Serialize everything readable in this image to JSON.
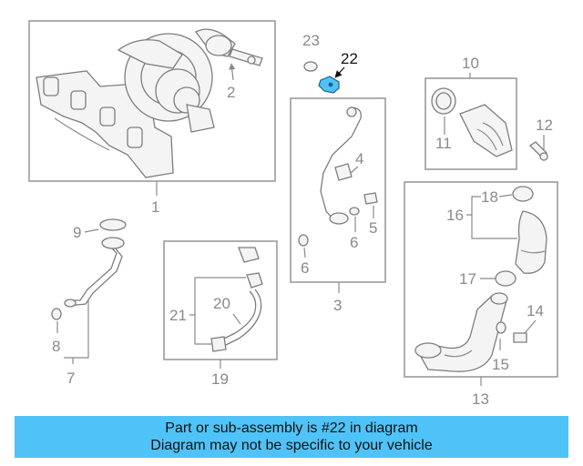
{
  "diagram": {
    "highlight_color": "#4fc3f7",
    "highlighted_part": "22",
    "labels": {
      "p1": "1",
      "p2": "2",
      "p3": "3",
      "p4": "4",
      "p5": "5",
      "p6a": "6",
      "p6b": "6",
      "p7": "7",
      "p8": "8",
      "p9": "9",
      "p10": "10",
      "p11": "11",
      "p12": "12",
      "p13": "13",
      "p14": "14",
      "p15": "15",
      "p16": "16",
      "p17": "17",
      "p18": "18",
      "p19": "19",
      "p20": "20",
      "p21": "21",
      "p22": "22",
      "p23": "23"
    }
  },
  "banner": {
    "line1": "Part or sub-assembly is #22 in diagram",
    "line2": "Diagram may not be specific to your vehicle",
    "color": "#4fc3f7"
  }
}
